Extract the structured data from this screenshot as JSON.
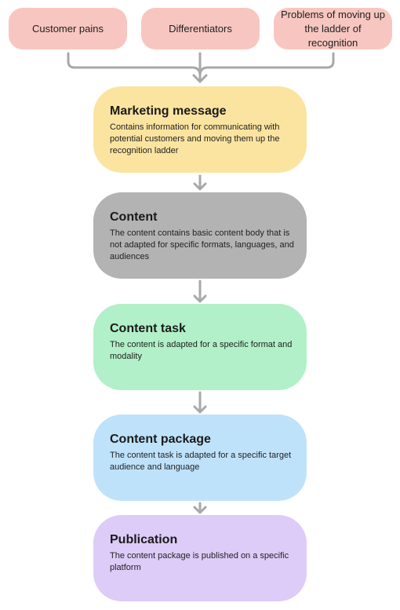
{
  "colors": {
    "input_fill": "#f8c6c0",
    "marketing_fill": "#fbe4a0",
    "content_fill": "#b3b3b3",
    "content_task_fill": "#b1f0c8",
    "content_package_fill": "#bfe2fb",
    "publication_fill": "#ddcbf8",
    "connector": "#a8a8a8"
  },
  "inputs": [
    {
      "label": "Customer pains"
    },
    {
      "label": "Differentiators"
    },
    {
      "label": "Problems of moving up the ladder of recognition"
    }
  ],
  "stages": [
    {
      "title": "Marketing message",
      "description": "Contains information for communicating with potential customers and moving them up the recognition ladder"
    },
    {
      "title": "Content",
      "description": "The content contains basic content body that is not adapted for specific formats, languages, and audiences"
    },
    {
      "title": "Content task",
      "description": "The content is adapted for a specific format and modality"
    },
    {
      "title": "Content package",
      "description": "The content task is adapted for a specific target audience and language"
    },
    {
      "title": "Publication",
      "description": "The content package is published on a specific platform"
    }
  ]
}
